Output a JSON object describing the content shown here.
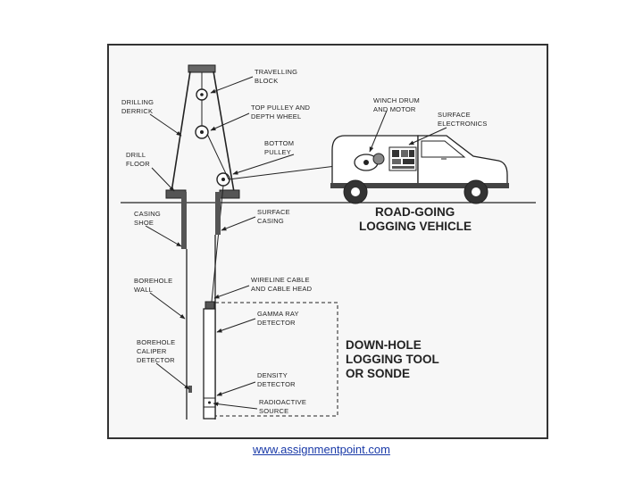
{
  "diagram": {
    "labels": {
      "travelling_block": [
        "TRAVELLING",
        "BLOCK"
      ],
      "drilling_derrick": [
        "DRILLING",
        "DERRICK"
      ],
      "top_pulley": [
        "TOP PULLEY AND",
        "DEPTH WHEEL"
      ],
      "drill_floor": [
        "DRILL",
        "FLOOR"
      ],
      "bottom_pulley": [
        "BOTTOM",
        "PULLEY"
      ],
      "winch": [
        "WINCH DRUM",
        "AND MOTOR"
      ],
      "surface_electronics": [
        "SURFACE",
        "ELECTRONICS"
      ],
      "casing_shoe": [
        "CASING",
        "SHOE"
      ],
      "surface_casing": [
        "SURFACE",
        "CASING"
      ],
      "borehole_wall": [
        "BOREHOLE",
        "WALL"
      ],
      "wireline": [
        "WIRELINE CABLE",
        "AND CABLE HEAD"
      ],
      "gamma": [
        "GAMMA RAY",
        "DETECTOR"
      ],
      "caliper": [
        "BOREHOLE",
        "CALIPER",
        "DETECTOR"
      ],
      "density": [
        "DENSITY",
        "DETECTOR"
      ],
      "source": [
        "RADIOACTIVE",
        "SOURCE"
      ]
    },
    "vehicle_title": [
      "ROAD-GOING",
      "LOGGING VEHICLE"
    ],
    "tool_title": [
      "DOWN-HOLE",
      "LOGGING TOOL",
      "OR SONDE"
    ]
  },
  "footer": {
    "link_text": "www.assignmentpoint.com"
  },
  "colors": {
    "ink": "#222222",
    "link": "#1a3aa8",
    "frame_bg": "#f7f7f7"
  }
}
